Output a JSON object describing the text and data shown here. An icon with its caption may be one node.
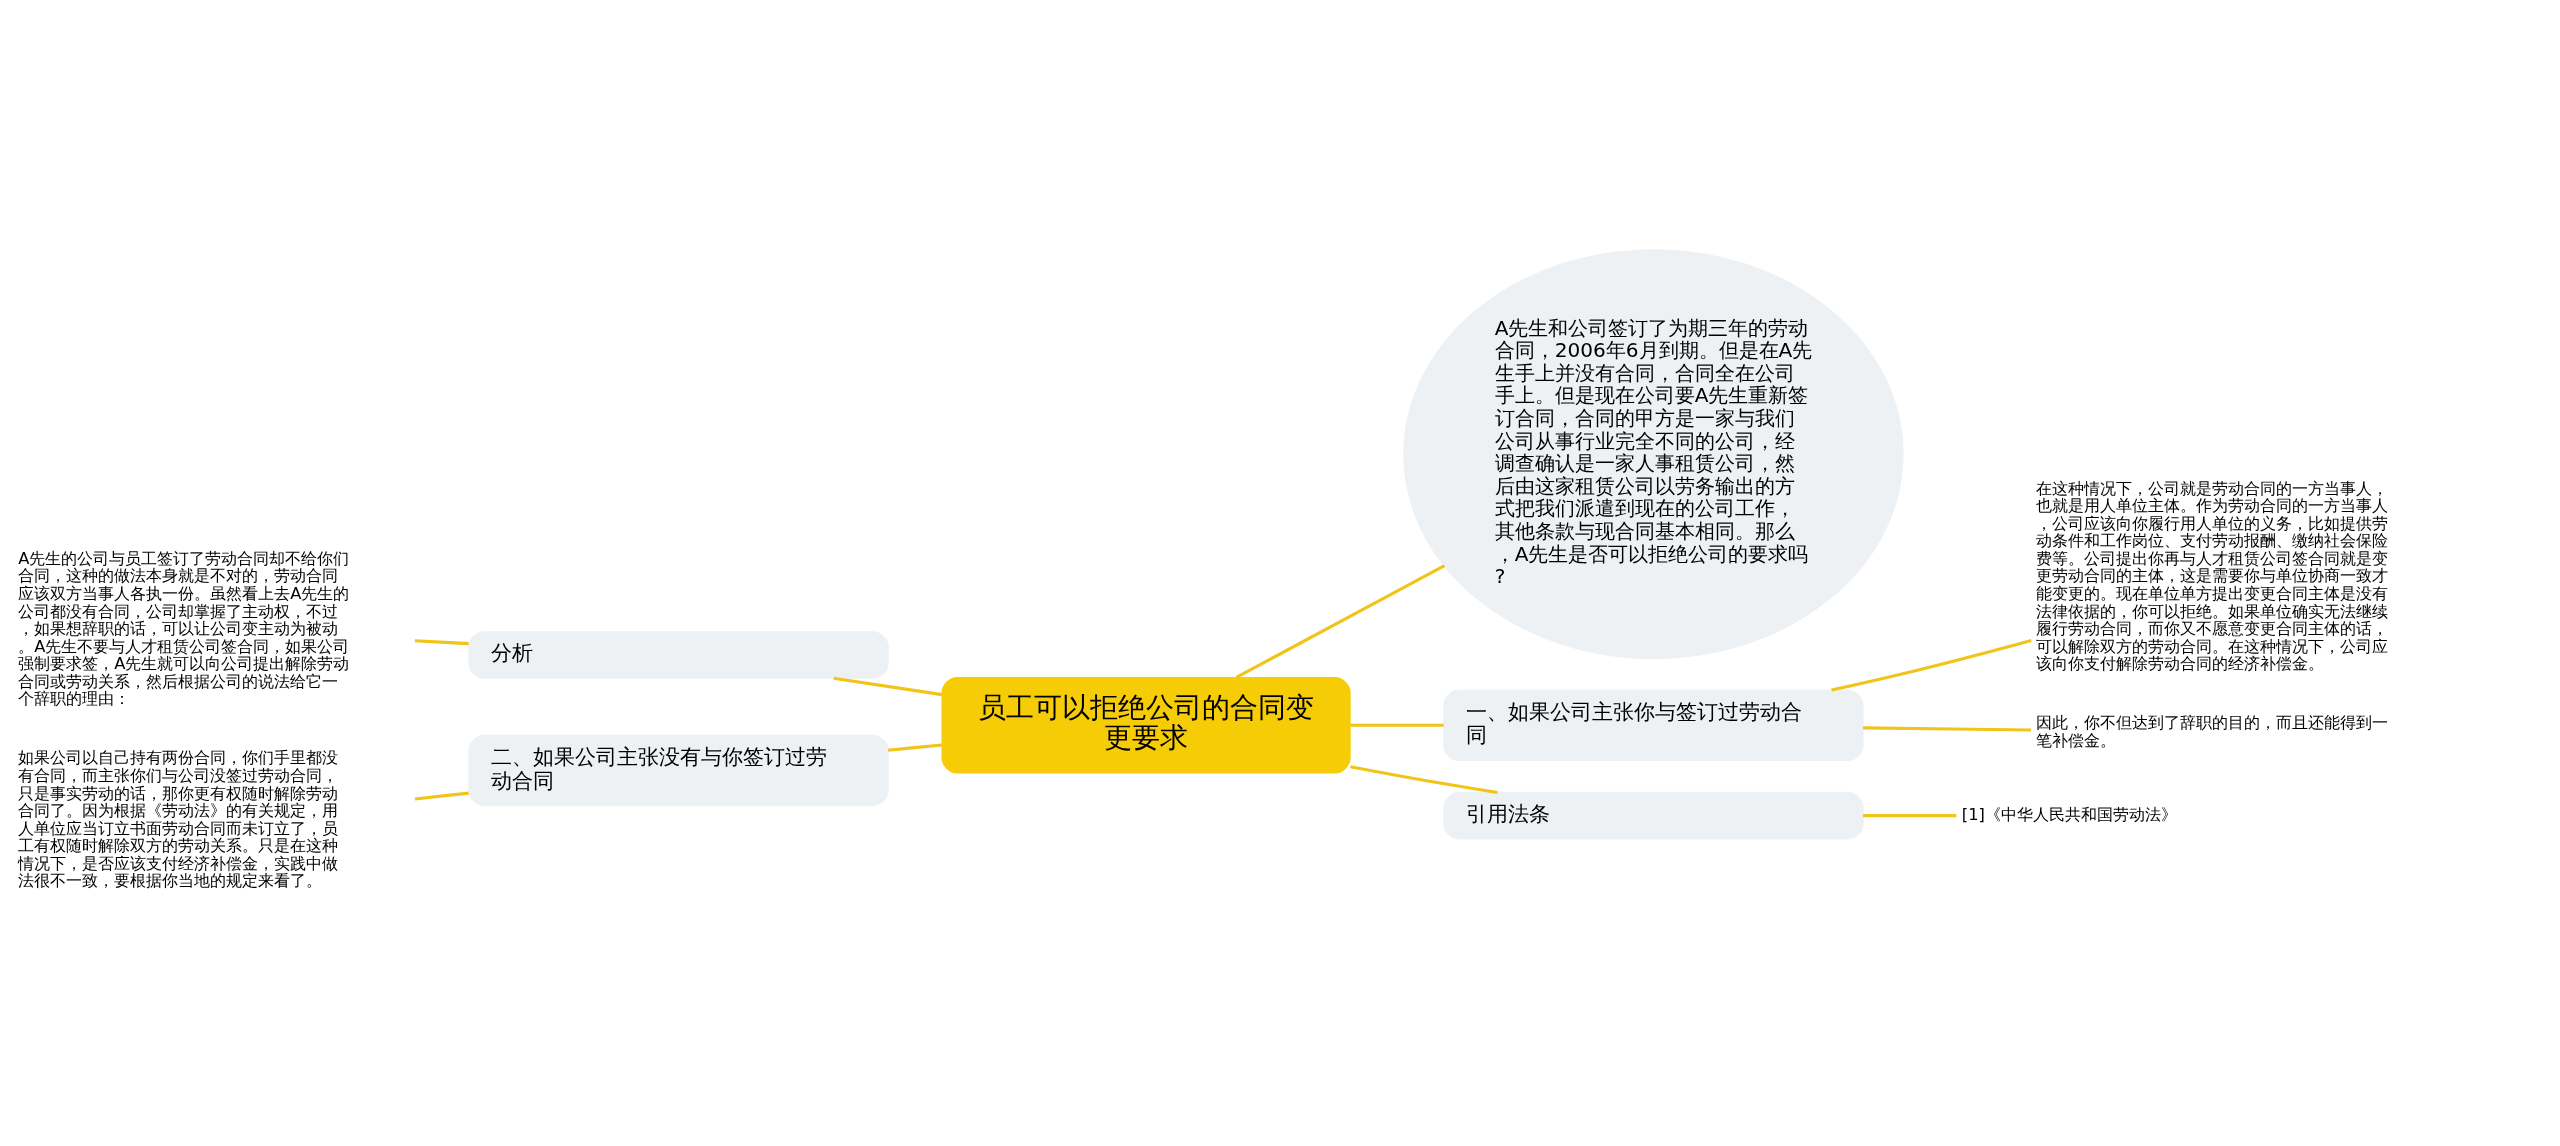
{
  "diagram": {
    "nodes": [
      {
        "text": [
          "员工可以拒绝公司的合同变更要求"
        ]
      },
      {
        "text": [
          "A先生和公司签订了为期三年的劳动合同，2006年6月到期。但是在A先生手上并没有合同，合同全在公司手上。但是现在公司要A先生重新签订合同，合同的甲方是一家与我们公司从事行业完全不同的公司，经调查确认是一家人事租赁公司，然后由这家租赁公司以劳务输出的方式把我们派遣到现在的公司工作，其他条款与现合同基本相同。那么，A先生是否可以拒绝公司的要求吗?"
        ]
      },
      {
        "text": [
          "一、如果公司主张你与签订过劳动合同"
        ]
      },
      {
        "text": [
          "在这种情况下，公司就是劳动合同的一方当事人，也就是用人单位主体。作为劳动合同的一方当事人，公司应该向你履行用人单位的义务，比如提供劳动条件和工作岗位、支付劳动报酬、缴纳社会保险费等。公司提出你再与人才租赁公司签合同就是变更劳动合同的主体，这是需要你与单位协商一致才能变更的。现在单位单方提出变更合同主体是没有法律依据的，你可以拒绝。如果单位确实无法继续履行劳动合同，而你又不愿意变更合同主体的话，可以解除双方的劳动合同。在这种情况下，公司应该向你支付解除劳动合同的经济补偿金。"
        ]
      },
      {
        "text": [
          "因此，你不但达到了辞职的目的，而且还能得到一笔补偿金。"
        ]
      },
      {
        "text": [
          "引用法条"
        ]
      },
      {
        "text": [
          "[1]《中华人民共和国劳动法》"
        ]
      },
      {
        "text": [
          "分析"
        ]
      },
      {
        "text": [
          "A先生的公司与员工签订了劳动合同却不给你们合同，这种的做法本身就是不对的，劳动合同应该双方当事人各执一份。虽然看上去A先生的公司都没有合同，公司却掌握了主动权，不过，如果想辞职的话，可以让公司变主动为被动。A先生不要与人才租赁公司签合同，如果公司强制要求签，A先生就可以向公司提出解除劳动合同或劳动关系，然后根据公司的说法给它一个辞职的理由："
        ]
      },
      {
        "text": [
          "二、如果公司主张没有与你签订过劳动合同"
        ]
      },
      {
        "text": [
          "如果公司以自己持有两份合同，你们手里都没有合同，而主张你们与公司没签过劳动合同，只是事实劳动的话，那你更有权随时解除劳动合同了。因为根据《劳动法》的有关规定，用人单位应当订立书面劳动合同而未订立了，员工有权随时解除双方的劳动关系。只是在这种情况下，是否应该支付经济补偿金，实践中做法很不一致，要根据你当地的规定来看了。"
        ]
      }
    ],
    "edges": [
      {
        "from": 0,
        "to": 1,
        "arrow": "none"
      },
      {
        "from": 0,
        "to": 2,
        "arrow": "none"
      },
      {
        "from": 2,
        "to": 3,
        "arrow": "none"
      },
      {
        "from": 2,
        "to": 4,
        "arrow": "none"
      },
      {
        "from": 0,
        "to": 5,
        "arrow": "none"
      },
      {
        "from": 5,
        "to": 6,
        "arrow": "none"
      },
      {
        "from": 0,
        "to": 7,
        "arrow": "none"
      },
      {
        "from": 7,
        "to": 8,
        "arrow": "none"
      },
      {
        "from": 0,
        "to": 9,
        "arrow": "none"
      },
      {
        "from": 9,
        "to": 10,
        "arrow": "none"
      }
    ]
  }
}
